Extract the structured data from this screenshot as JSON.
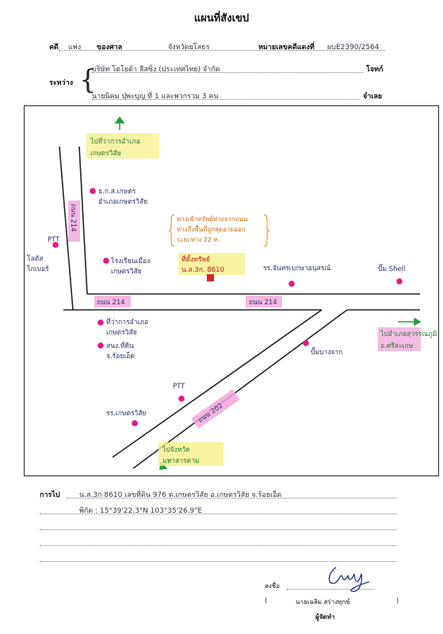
{
  "title": "แผนที่สังเขป",
  "header": {
    "case_label": "คดี",
    "case_type": "แพ่ง",
    "court_label": "ของศาล",
    "court_name": "จังหวัดยโสธร",
    "case_no_label": "หมายเลขคดีแดงที่",
    "case_no": "ผบE2390/2564",
    "between_label": "ระหว่าง",
    "plaintiff": "บริษัท โตโยต้า ลีสซิ่ง (ประเทศไทย) จำกัด",
    "plaintiff_role": "โจทก์",
    "defendant": "นายนิคม ปุ่พะบุญ ที่ 1 และพวกรวม 3 คน",
    "defendant_role": "จำเลย"
  },
  "map": {
    "labels": {
      "to_district_office": "ไปที่ว่าการอำเภอ",
      "to_district_office_2": "เกษตรวิสัย",
      "road_214_vertical": "ถนน 214",
      "road_214_a": "ถนน 214",
      "road_214_b": "ถนน 214",
      "road_202": "ถนน 202",
      "ptt_west": "PTT",
      "lotus": "โลตัส",
      "lotus_2": "โกเบอร์",
      "bank": "ธ.ก.ส.เกษตร",
      "bank_2": "อำเภอเกษตรวิสัย",
      "hospital": "โรงเรียนเมือง",
      "hospital_2": "เกษตรวิสัย",
      "note_1": "ทางเข้าทรัพย์ห่างจากถนน",
      "note_2": "ห่างถึงพื้นที่ถูกสุดอายออก",
      "note_3": "ระยะทาง 22 ท.",
      "property": "ที่ตั้งทรัพย์",
      "property_2": "น.ส.3ก. 8610",
      "school": "รร.จันทรเบกษาอนุสรณ์",
      "shell": "ปั๊ม Shell",
      "district_office": "ที่ว่าการอำเภอ",
      "district_office_2": "เกษตรวิสัย",
      "land_office": "สนง.ที่ดิน",
      "land_office_2": "จ.ร้อยเอ็ด",
      "ptt_south": "PTT",
      "school_south": "รร.เกษตรวิสัย",
      "gas_station": "ปั๊มบางจาก",
      "to_suwannaphum": "ไปอำเภอสุวรรณภูมิ",
      "to_suwannaphum_2": "อ.ศรีสะเกษ",
      "to_province": "ไปจังหวัด",
      "to_province_2": "มหาสารคาม"
    }
  },
  "footer": {
    "route_label": "การไป",
    "route_text": "น.ส.3ก 8610 เลขที่ดิน 976 ต.เกษตรวิสัย อ.เกษตรวิสัย จ.ร้อยเอ็ด",
    "coords": "พิกัด : 15°39'22.3\"N 103°35'26.9\"E",
    "sign_label": "ลงชื่อ",
    "sign_open": "(",
    "sign_name": "นายเฉลิม สร่างทุกข์",
    "sign_close": ")",
    "maker_label": "ผู้จัดทำ"
  },
  "colors": {
    "pin": "#e0188a",
    "highlight_yellow": "#f6f08a",
    "highlight_pink": "#f3a6dc",
    "property_marker": "#e02020",
    "arrow_green": "#2a9a3a",
    "note_orange": "#e38a1a"
  }
}
